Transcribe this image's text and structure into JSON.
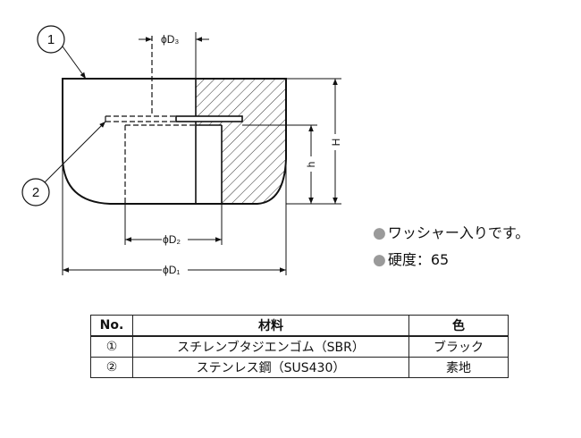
{
  "drawing": {
    "callout_1": "1",
    "callout_2": "2",
    "dim_d3": "ϕD₃",
    "dim_d2": "ϕD₂",
    "dim_d1": "ϕD₁",
    "dim_h_total": "H",
    "dim_h_inner": "h"
  },
  "notes": [
    {
      "bullet": "●",
      "text": "ワッシャー入りです。"
    },
    {
      "bullet": "●",
      "text": "硬度：65"
    }
  ],
  "table": {
    "headers": {
      "no": "No.",
      "material": "材料",
      "color": "色"
    },
    "rows": [
      {
        "no": "①",
        "material": "スチレンブタジエンゴム（SBR）",
        "color": "ブラック"
      },
      {
        "no": "②",
        "material": "ステンレス鋼（SUS430）",
        "color": "素地"
      }
    ]
  },
  "colors": {
    "line": "#111111",
    "bullet": "#9a9a9a",
    "hatch": "#333333"
  }
}
